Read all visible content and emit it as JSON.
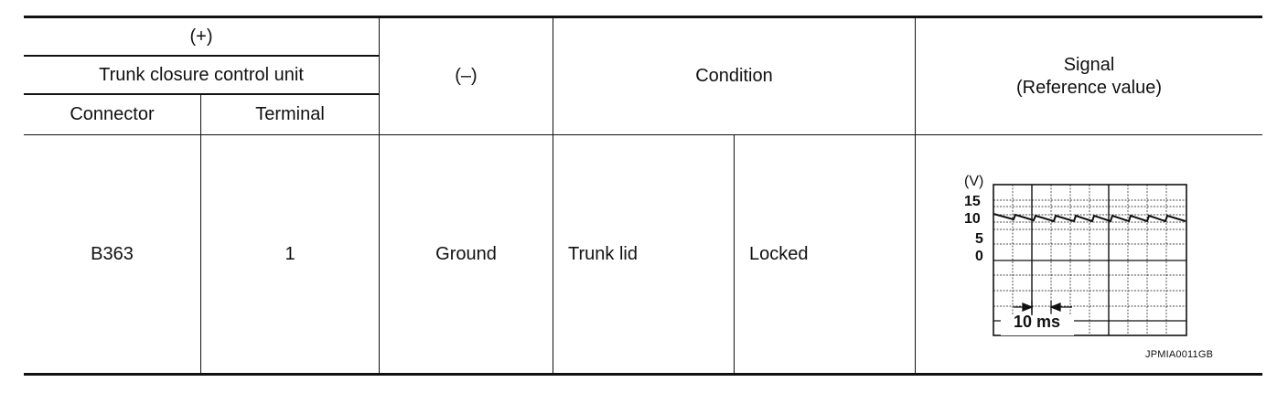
{
  "header": {
    "plus": "(+)",
    "unit_name": "Trunk closure control unit",
    "connector": "Connector",
    "terminal": "Terminal",
    "minus": "(–)",
    "condition": "Condition",
    "signal_line1": "Signal",
    "signal_line2": "(Reference value)"
  },
  "row": {
    "connector": "B363",
    "terminal": "1",
    "minus": "Ground",
    "condition_part": "Trunk lid",
    "condition_state": "Locked"
  },
  "scope": {
    "unit_label": "(V)",
    "y_ticks": [
      "15",
      "10",
      "5",
      "0"
    ],
    "time_label": "10 ms",
    "figure_code": "JPMIA0011GB"
  }
}
